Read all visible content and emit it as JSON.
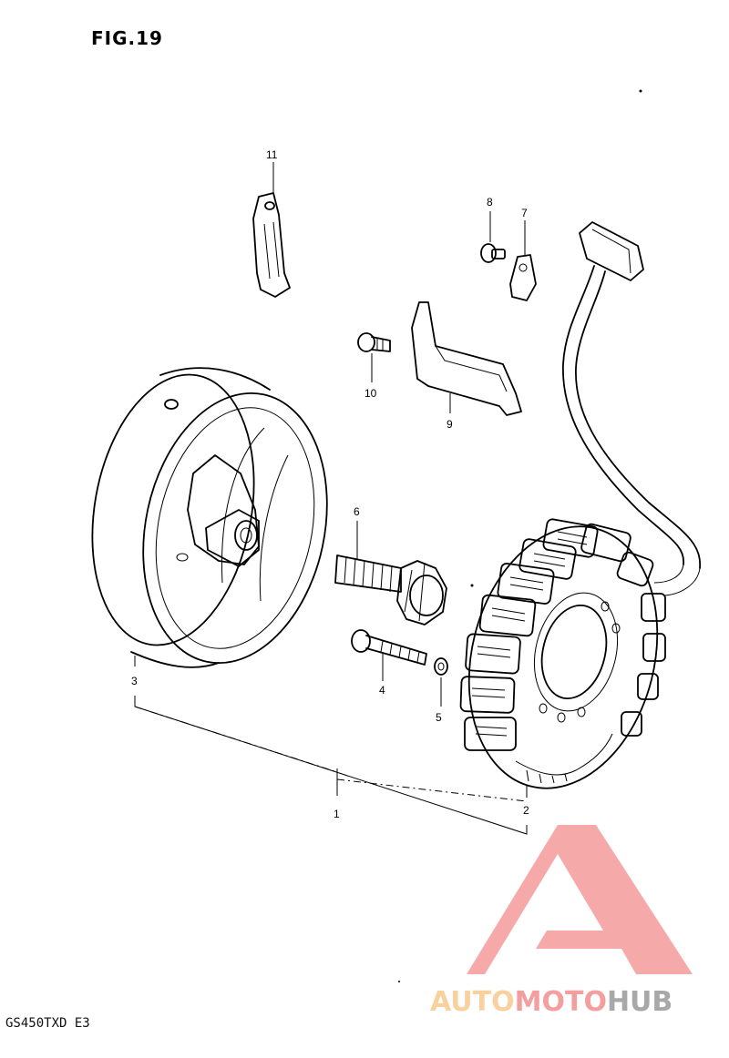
{
  "figure": {
    "title": "FIG.19",
    "model_code": "GS450TXD E3"
  },
  "callouts": {
    "c1": "1",
    "c2": "2",
    "c3": "3",
    "c4": "4",
    "c5": "5",
    "c6": "6",
    "c7": "7",
    "c8": "8",
    "c9": "9",
    "c10": "10",
    "c11": "11"
  },
  "watermark": {
    "part1": "AUTO",
    "part2": "MOTO",
    "part3": "HUB",
    "colors": {
      "auto": "#f7c27f",
      "moto": "#f08080",
      "hub": "#8c8c8c",
      "triangle": "#f28d8d"
    }
  }
}
